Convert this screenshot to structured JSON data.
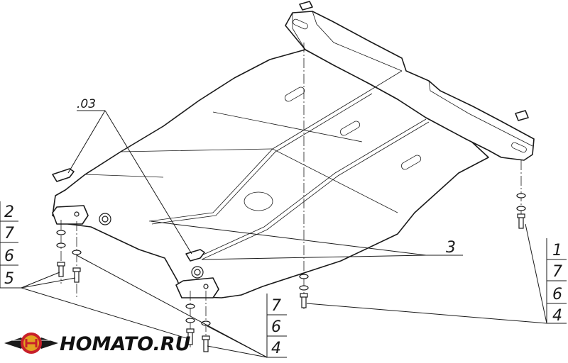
{
  "callouts": {
    "part_03": ".03",
    "part_3": "3",
    "stack_left": [
      "2",
      "7",
      "6",
      "5"
    ],
    "stack_bottom": [
      "7",
      "6",
      "4"
    ],
    "stack_right": [
      "1",
      "7",
      "6",
      "4"
    ]
  },
  "logo": {
    "text": "HOMATO.RU",
    "colors": {
      "red": "#c8202a",
      "gold": "#e2a321",
      "dark": "#1a1a1a"
    }
  }
}
